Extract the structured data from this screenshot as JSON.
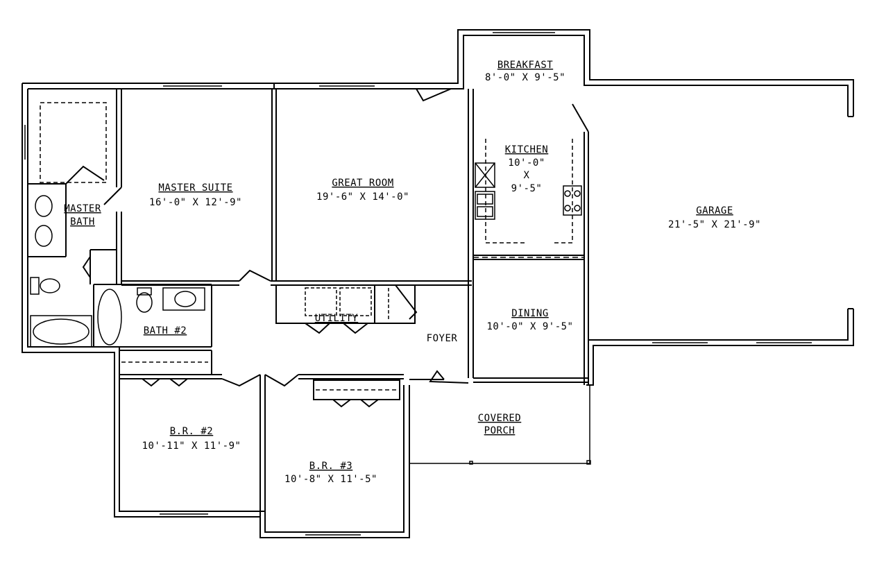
{
  "colors": {
    "line": "#000000",
    "background": "#ffffff"
  },
  "rooms": {
    "breakfast": {
      "name": "BREAKFAST",
      "size": "8'-0\" X 9'-5\""
    },
    "kitchen": {
      "name": "KITCHEN",
      "size_line1": "10'-0\"",
      "size_line2": "X",
      "size_line3": "9'-5\""
    },
    "master_suite": {
      "name": "MASTER SUITE",
      "size": "16'-0\" X 12'-9\""
    },
    "great_room": {
      "name": "GREAT ROOM",
      "size": "19'-6\" X 14'-0\""
    },
    "master_bath": {
      "name_line1": "MASTER",
      "name_line2": "BATH"
    },
    "garage": {
      "name": "GARAGE",
      "size": "21'-5\" X 21'-9\""
    },
    "bath2": {
      "name": "BATH #2"
    },
    "utility": {
      "name": "UTILITY"
    },
    "foyer": {
      "name": "FOYER"
    },
    "dining": {
      "name": "DINING",
      "size": "10'-0\" X 9'-5\""
    },
    "br2": {
      "name": "B.R. #2",
      "size": "10'-11\" X 11'-9\""
    },
    "br3": {
      "name": "B.R. #3",
      "size": "10'-8\" X 11'-5\""
    },
    "covered_porch": {
      "name_line1": "COVERED",
      "name_line2": "PORCH"
    }
  }
}
